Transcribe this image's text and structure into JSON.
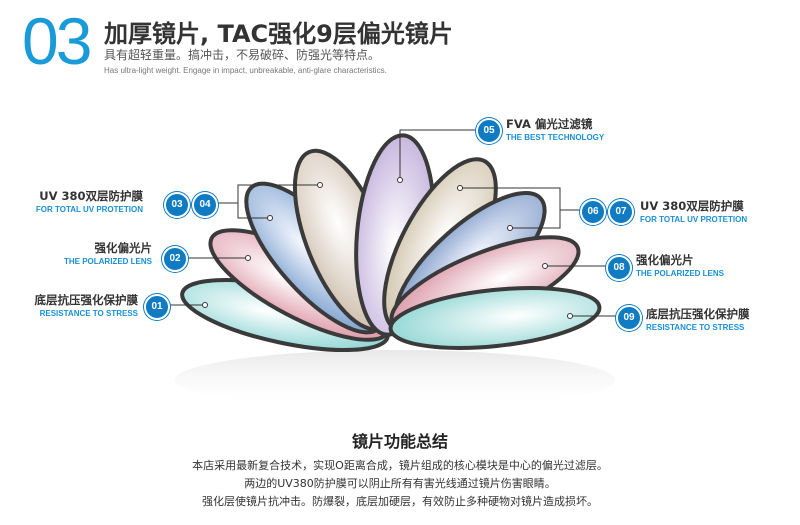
{
  "header": {
    "number": "03",
    "title": "加厚镜片, TAC强化9层偏光镜片",
    "subtitle_cn": "具有超轻重量。搞冲击，不易破碎、防强光等特点。",
    "subtitle_en": "Has ultra-light weight. Engage in impact, unbreakable, anti-glare characteristics."
  },
  "layers": [
    {
      "badge": "01",
      "cn": "底层抗压强化保护膜",
      "en": "RESISTANCE TO STRESS"
    },
    {
      "badge": "02",
      "cn": "强化偏光片",
      "en": "THE POLARIZED LENS"
    },
    {
      "badges": [
        "03",
        "04"
      ],
      "cn": "UV 380双层防护膜",
      "en": "FOR TOTAL UV PROTETION"
    },
    {
      "badge": "05",
      "cn": "FVA 偏光过滤镜",
      "en": "THE BEST TECHNOLOGY"
    },
    {
      "badges": [
        "06",
        "07"
      ],
      "cn": "UV 380双层防护膜",
      "en": "FOR TOTAL UV PROTETION"
    },
    {
      "badge": "08",
      "cn": "强化偏光片",
      "en": "THE POLARIZED LENS"
    },
    {
      "badge": "09",
      "cn": "底层抗压强化保护膜",
      "en": "RESISTANCE TO STRESS"
    }
  ],
  "summary": {
    "title": "镜片功能总结",
    "lines": [
      "本店采用最新复合技术，实现O距离合成，镜片组成的核心模块是中心的偏光过滤层。",
      "两边的UV380防护膜可以阴止所有有害光线通过镜片伤害眼睛。",
      "强化层使镜片抗冲击。防爆裂，底层加硬层，有效防止多种硬物对镜片造成损坏。"
    ]
  },
  "colors": {
    "accent": "#1a9ad8",
    "badge": "#0f7bc2",
    "lens_1": "#7fd0cf",
    "lens_2": "#d98a9c",
    "lens_3": "#6f97c9",
    "lens_4": "#c9b7a3",
    "lens_5": "#b8a4d6",
    "lens_6": "#c8b89c",
    "lens_7": "#6e8ec0",
    "lens_8": "#d78fa0",
    "lens_9": "#86d2cf"
  }
}
